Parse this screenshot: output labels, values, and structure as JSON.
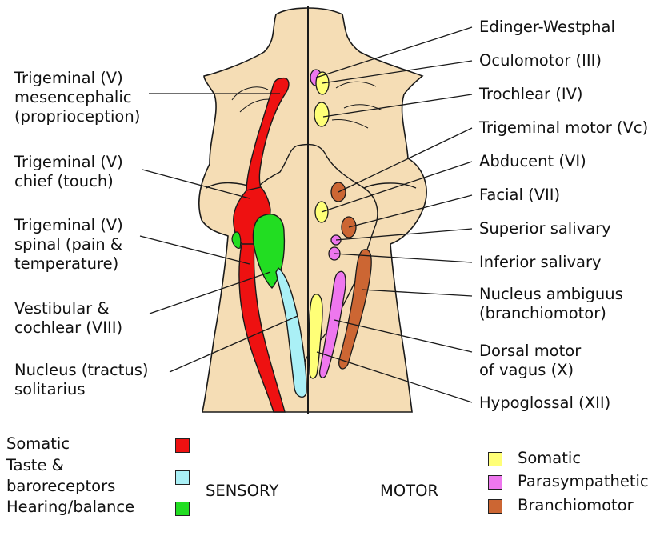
{
  "labels_left": {
    "mesencephalic": [
      "Trigeminal (V)",
      "mesencephalic",
      "(proprioception)"
    ],
    "chief": [
      "Trigeminal (V)",
      "chief (touch)"
    ],
    "spinal": [
      "Trigeminal (V)",
      "spinal (pain &",
      "temperature)"
    ],
    "vestibular": [
      "Vestibular &",
      "cochlear (VIII)"
    ],
    "solitarius": [
      "Nucleus (tractus)",
      "solitarius"
    ]
  },
  "labels_right": {
    "edinger": "Edinger-Westphal",
    "oculomotor": "Oculomotor (III)",
    "trochlear": "Trochlear (IV)",
    "trigeminal_motor": "Trigeminal motor (Vc)",
    "abducent": "Abducent (VI)",
    "facial": "Facial (VII)",
    "superior_salivary": "Superior salivary",
    "inferior_salivary": "Inferior salivary",
    "ambiguus": [
      "Nucleus ambiguus",
      "(branchiomotor)"
    ],
    "dorsal_vagus": [
      "Dorsal motor",
      "of vagus (X)"
    ],
    "hypoglossal": "Hypoglossal (XII)"
  },
  "legend": {
    "sensory_heading": "SENSORY",
    "motor_heading": "MOTOR",
    "sensory_items": [
      "Somatic",
      "Taste &",
      "baroreceptors",
      "Hearing/balance"
    ],
    "motor_items": [
      "Somatic",
      "Parasympathetic",
      "Branchiomotor"
    ]
  },
  "colors": {
    "brainstem": "#f5ddb5",
    "outline": "#1a1a1a",
    "somatic_sensory": "#ee1111",
    "taste": "#aaf0f6",
    "hearing": "#22dd22",
    "somatic_motor": "#ffff77",
    "parasympathetic": "#ee77ee",
    "branchiomotor": "#cc6633"
  }
}
